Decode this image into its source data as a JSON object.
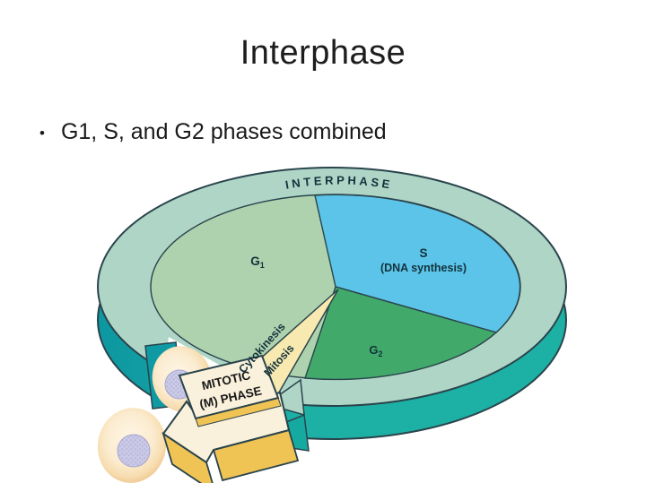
{
  "slide": {
    "title": "Interphase",
    "bullet": {
      "marker": "•",
      "text": "G1, S, and G2 phases combined"
    }
  },
  "diagram": {
    "ring_label": "INTERPHASE",
    "g1": {
      "base": "G",
      "sub": "1"
    },
    "s": {
      "label": "S",
      "sublabel": "(DNA synthesis)"
    },
    "g2": {
      "base": "G",
      "sub": "2"
    },
    "m_wedge": {
      "line1": "Cytokinesis",
      "line2": "Mitosis"
    },
    "m_arrow": {
      "line1": "MITOTIC",
      "line2": "(M) PHASE"
    },
    "colors": {
      "ring_top": "#aed5c6",
      "ring_side_light": "#1db1a5",
      "ring_side_dark": "#0d97a1",
      "g1_fill": "#aed2ae",
      "s_fill": "#5cc4e9",
      "g2_fill": "#41aa6a",
      "wedge_fill": "#f8e9b0",
      "gold": "#f0c355",
      "cream": "#faf1dc",
      "label_ink": "#14323c"
    }
  }
}
